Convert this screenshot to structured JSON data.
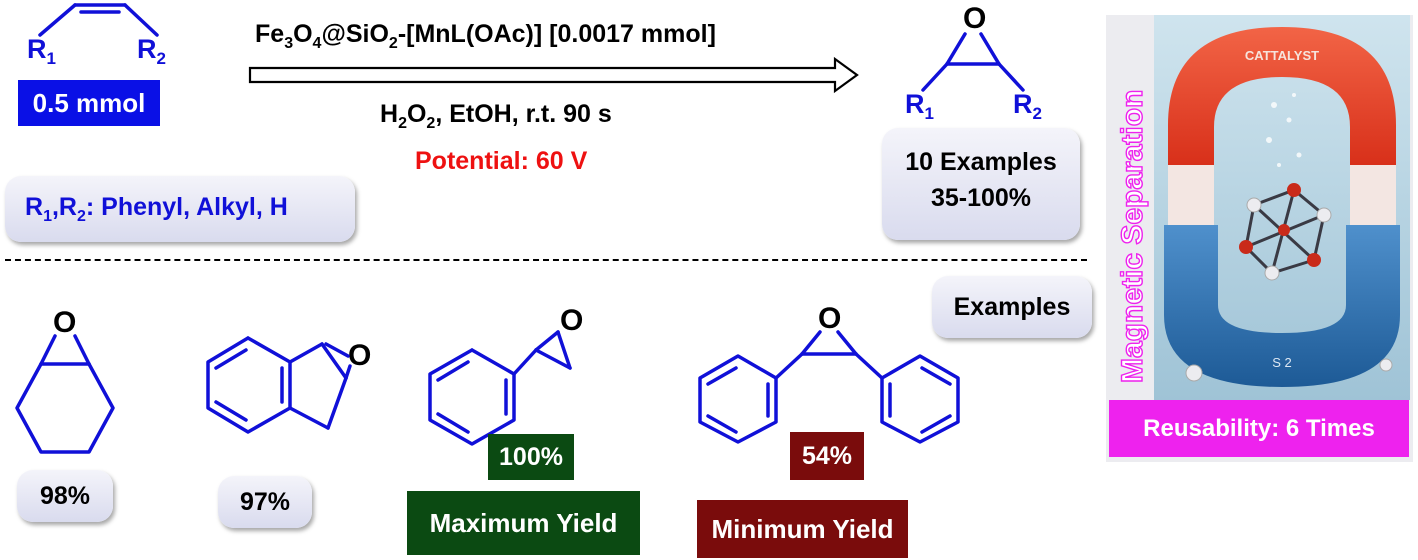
{
  "reactant": {
    "r1": "R",
    "r1_sub": "1",
    "r2": "R",
    "r2_sub": "2",
    "amount": "0.5 mmol"
  },
  "conditions": {
    "catalyst": {
      "p1": "Fe",
      "s1": "3",
      "p2": "O",
      "s2": "4",
      "p3": "@SiO",
      "s3": "2",
      "p4": "-[MnL(OAc)] [0.0017 mmol]"
    },
    "reagents": {
      "p1": "H",
      "s1": "2",
      "p2": "O",
      "s2": "2",
      "p3": ", EtOH, r.t. 90 s"
    },
    "potential": "Potential: 60 V"
  },
  "substituents": {
    "r1": "R",
    "s1": "1",
    "comma": ",",
    "r2": "R",
    "s2": "2",
    "rest": ": Phenyl, Alkyl, H"
  },
  "product": {
    "o": "O",
    "r1": "R",
    "r1_sub": "1",
    "r2": "R",
    "r2_sub": "2"
  },
  "summary": {
    "line1": "10 Examples",
    "line2": "35-100%"
  },
  "examples_label": "Examples",
  "examples": [
    {
      "o": "O",
      "yield": "98%"
    },
    {
      "o": "O",
      "yield": "97%"
    },
    {
      "o": "O",
      "yield": "100%",
      "tag": "Maximum Yield"
    },
    {
      "o": "O",
      "yield": "54%",
      "tag": "Minimum Yield"
    }
  ],
  "magnet": {
    "vertical_text": "Magnetic Separation",
    "catalyst_label": "CATTALYST",
    "s2_label": "S 2",
    "reusability": "Reusability: 6 Times"
  },
  "colors": {
    "blue": "#1010d8",
    "red": "#ee1111",
    "green": "#0b4a12",
    "maroon": "#7a0c0c",
    "magenta": "#ee22ee"
  }
}
